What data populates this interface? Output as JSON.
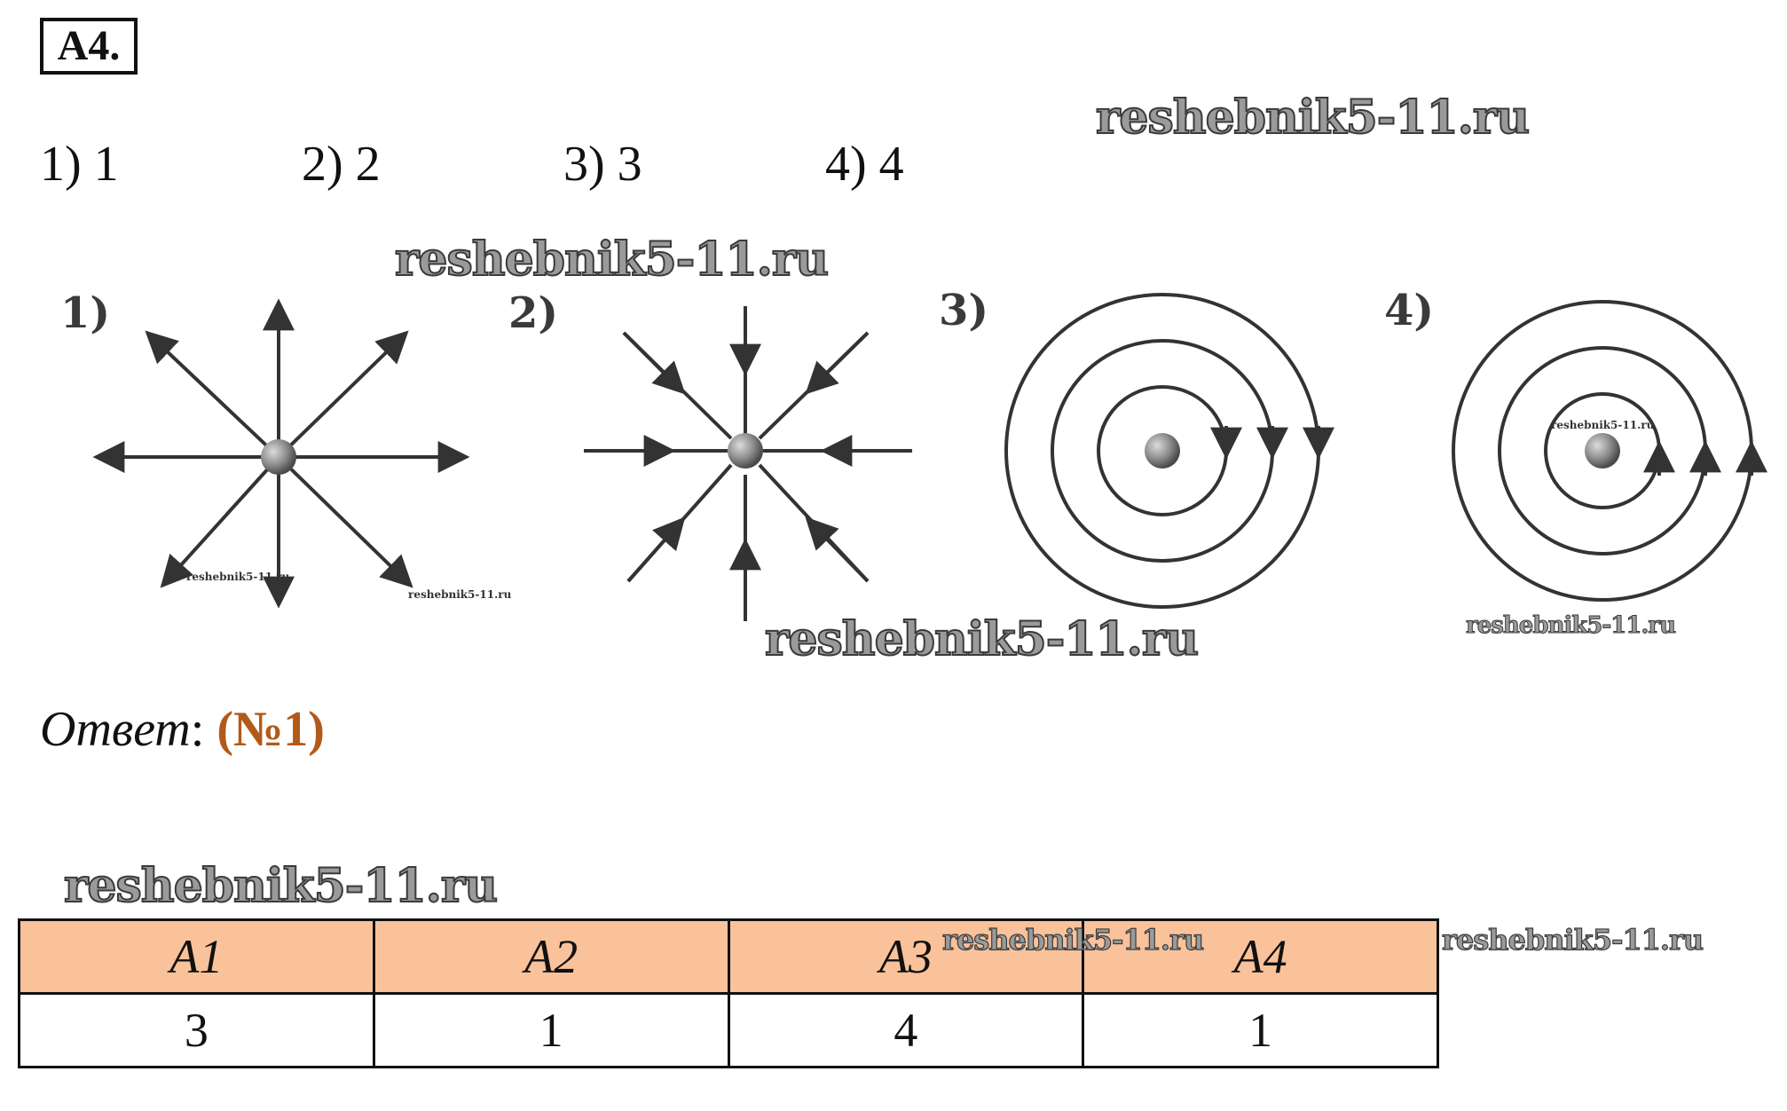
{
  "task_label": "А4.",
  "options": [
    "1) 1",
    "2) 2",
    "3) 3",
    "4) 4"
  ],
  "figures": {
    "labels": [
      "1)",
      "2)",
      "3)",
      "4)"
    ]
  },
  "watermarks": {
    "top_right": "reshebnik5-11.ru",
    "above_figures": "reshebnik5-11.ru",
    "below_figures": "reshebnik5-11.ru",
    "fig1_small_a": "reshebnik5-11.ru",
    "fig1_small_b": "reshebnik5-11.ru",
    "fig4_small": "reshebnik5-11.ru",
    "fig4_tiny": "reshebnik5-11.ru",
    "above_table": "reshebnik5-11.ru",
    "in_table": "reshebnik5-11.ru",
    "right_of_table": "reshebnik5-11.ru"
  },
  "answer": {
    "label": "Ответ",
    "colon": ":",
    "value": "(№1)"
  },
  "table": {
    "headers": [
      "A1",
      "A2",
      "A3",
      "A4"
    ],
    "values": [
      "3",
      "1",
      "4",
      "1"
    ]
  }
}
